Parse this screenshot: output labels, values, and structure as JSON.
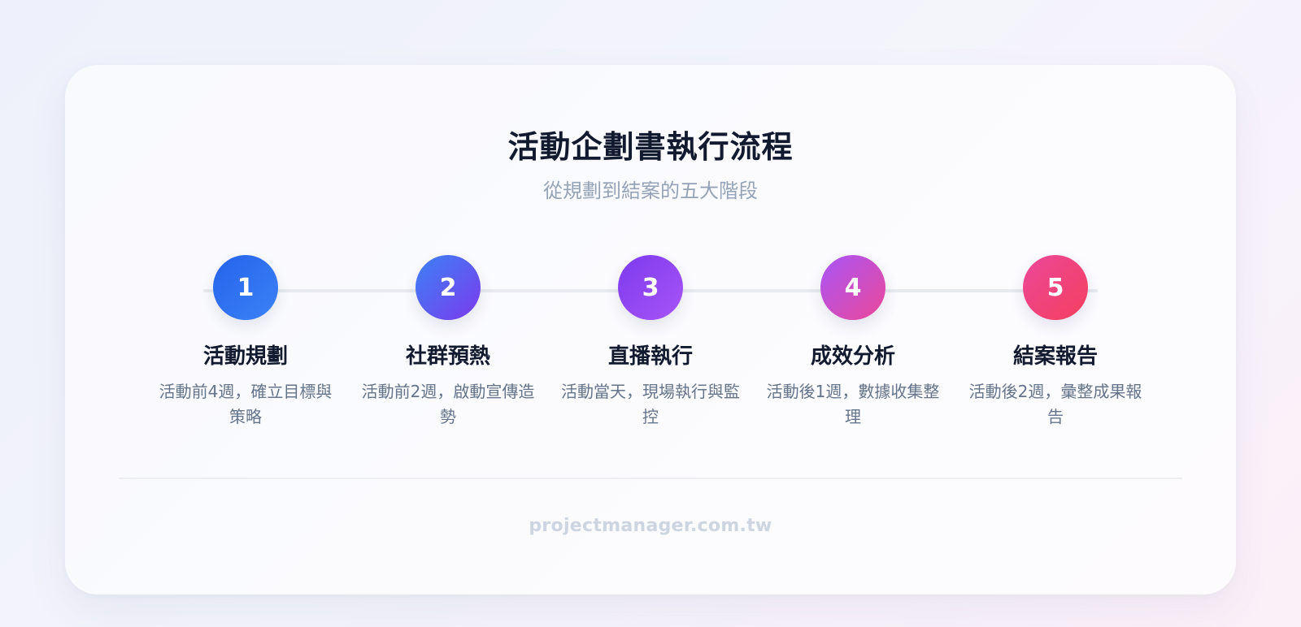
{
  "header": {
    "title": "活動企劃書執行流程",
    "subtitle": "從規劃到結案的五大階段"
  },
  "steps": [
    {
      "number": "1",
      "title": "活動規劃",
      "description": "活動前4週，確立目標與策略",
      "gradient": [
        "#2563eb",
        "#3b82f6"
      ]
    },
    {
      "number": "2",
      "title": "社群預熱",
      "description": "活動前2週，啟動宣傳造勢",
      "gradient": [
        "#3b82f6",
        "#7c3aed"
      ]
    },
    {
      "number": "3",
      "title": "直播執行",
      "description": "活動當天，現場執行與監控",
      "gradient": [
        "#7c3aed",
        "#a855f7"
      ]
    },
    {
      "number": "4",
      "title": "成效分析",
      "description": "活動後1週，數據收集整理",
      "gradient": [
        "#a855f7",
        "#ec4899"
      ]
    },
    {
      "number": "5",
      "title": "結案報告",
      "description": "活動後2週，彙整成果報告",
      "gradient": [
        "#ec4899",
        "#f43f5e"
      ]
    }
  ],
  "footer": {
    "text": "projectmanager.com.tw"
  },
  "colors": {
    "title": "#111a2e",
    "subtitle": "#94a3b8",
    "description": "#64748b",
    "footer": "#cdd5e1",
    "track": "#e8eaef"
  }
}
